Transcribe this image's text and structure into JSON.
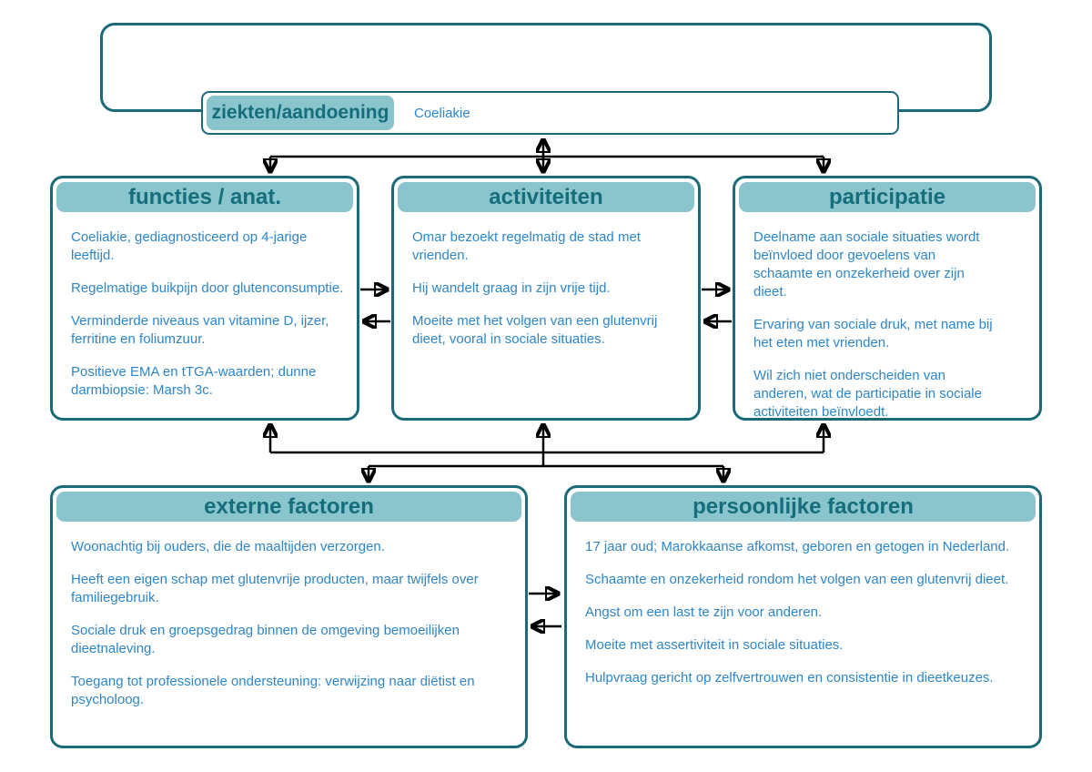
{
  "colors": {
    "teal_border": "#1A6B77",
    "header_fill": "#8AC4CC",
    "header_text": "#156E7B",
    "body_text": "#2E86C8",
    "arrow": "#000000"
  },
  "disease_row": {
    "label": "ziekten/aandoening",
    "value": "Coeliakie"
  },
  "boxes": {
    "functies": {
      "title": "functies / anat.",
      "paragraphs": [
        "Coeliakie, gediagnosticeerd op 4-jarige leeftijd.",
        "Regelmatige buikpijn door glutenconsumptie.",
        "Verminderde niveaus van vitamine D, ijzer, ferritine en foliumzuur.",
        "Positieve EMA en tTGA-waarden; dunne darmbiopsie: Marsh 3c."
      ]
    },
    "activiteiten": {
      "title": "activiteiten",
      "paragraphs": [
        "Omar bezoekt regelmatig de stad met vrienden.",
        "Hij wandelt graag in zijn vrije tijd.",
        "Moeite met het volgen van een glutenvrij dieet, vooral in sociale situaties."
      ]
    },
    "participatie": {
      "title": "participatie",
      "paragraphs": [
        "Deelname aan sociale situaties wordt beïnvloed door gevoelens van schaamte en onzekerheid over zijn dieet.",
        "Ervaring van sociale druk, met name bij het eten met vrienden.",
        "Wil zich niet onderscheiden van anderen, wat de participatie in sociale activiteiten beïnvloedt."
      ]
    },
    "externe": {
      "title": "externe factoren",
      "paragraphs": [
        "Woonachtig bij ouders, die de maaltijden verzorgen.",
        "Heeft een eigen schap met glutenvrije producten, maar twijfels over familiegebruik.",
        "Sociale druk en groepsgedrag binnen de omgeving bemoeilijken dieetnaleving.",
        "Toegang tot professionele ondersteuning: verwijzing naar diëtist en psycholoog."
      ]
    },
    "persoonlijke": {
      "title": "persoonlijke factoren",
      "paragraphs": [
        "17 jaar oud; Marokkaanse afkomst, geboren en getogen in Nederland.",
        "Schaamte en onzekerheid rondom het volgen van een glutenvrij dieet.",
        "Angst om een last te zijn voor anderen.",
        "Moeite met assertiviteit in sociale situaties.",
        "Hulpvraag gericht op zelfvertrouwen en consistentie in dieetkeuzes."
      ]
    }
  }
}
